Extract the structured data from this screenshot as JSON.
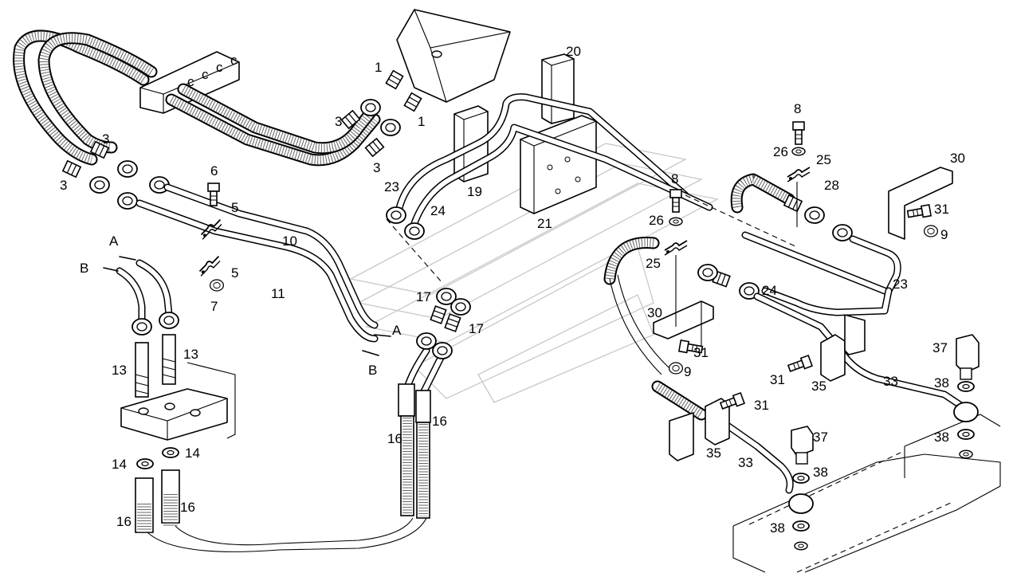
{
  "diagram": {
    "labels": [
      {
        "id": "l1a",
        "text": "1"
      },
      {
        "id": "l1b",
        "text": "1"
      },
      {
        "id": "l3a",
        "text": "3"
      },
      {
        "id": "l3b",
        "text": "3"
      },
      {
        "id": "l3c",
        "text": "3"
      },
      {
        "id": "l3d",
        "text": "3"
      },
      {
        "id": "l5a",
        "text": "5"
      },
      {
        "id": "l5b",
        "text": "5"
      },
      {
        "id": "l6",
        "text": "6"
      },
      {
        "id": "l7",
        "text": "7"
      },
      {
        "id": "l8a",
        "text": "8"
      },
      {
        "id": "l8b",
        "text": "8"
      },
      {
        "id": "l9a",
        "text": "9"
      },
      {
        "id": "l9b",
        "text": "9"
      },
      {
        "id": "l10",
        "text": "10"
      },
      {
        "id": "l11",
        "text": "11"
      },
      {
        "id": "l13a",
        "text": "13"
      },
      {
        "id": "l13b",
        "text": "13"
      },
      {
        "id": "l14a",
        "text": "14"
      },
      {
        "id": "l14b",
        "text": "14"
      },
      {
        "id": "l16a",
        "text": "16"
      },
      {
        "id": "l16b",
        "text": "16"
      },
      {
        "id": "l16c",
        "text": "16"
      },
      {
        "id": "l16d",
        "text": "16"
      },
      {
        "id": "l17a",
        "text": "17"
      },
      {
        "id": "l17b",
        "text": "17"
      },
      {
        "id": "l19",
        "text": "19"
      },
      {
        "id": "l20",
        "text": "20"
      },
      {
        "id": "l21",
        "text": "21"
      },
      {
        "id": "l23a",
        "text": "23"
      },
      {
        "id": "l23b",
        "text": "23"
      },
      {
        "id": "l24a",
        "text": "24"
      },
      {
        "id": "l24b",
        "text": "24"
      },
      {
        "id": "l25a",
        "text": "25"
      },
      {
        "id": "l25b",
        "text": "25"
      },
      {
        "id": "l26a",
        "text": "26"
      },
      {
        "id": "l26b",
        "text": "26"
      },
      {
        "id": "l28",
        "text": "28"
      },
      {
        "id": "l30a",
        "text": "30"
      },
      {
        "id": "l30b",
        "text": "30"
      },
      {
        "id": "l31a",
        "text": "31"
      },
      {
        "id": "l31b",
        "text": "31"
      },
      {
        "id": "l31c",
        "text": "31"
      },
      {
        "id": "l31d",
        "text": "31"
      },
      {
        "id": "l33a",
        "text": "33"
      },
      {
        "id": "l33b",
        "text": "33"
      },
      {
        "id": "l35a",
        "text": "35"
      },
      {
        "id": "l35b",
        "text": "35"
      },
      {
        "id": "l37a",
        "text": "37"
      },
      {
        "id": "l37b",
        "text": "37"
      },
      {
        "id": "l38a",
        "text": "38"
      },
      {
        "id": "l38b",
        "text": "38"
      },
      {
        "id": "l38c",
        "text": "38"
      },
      {
        "id": "l38d",
        "text": "38"
      }
    ],
    "markers": [
      {
        "id": "mA1",
        "text": "A"
      },
      {
        "id": "mB1",
        "text": "B"
      },
      {
        "id": "mA2",
        "text": "A"
      },
      {
        "id": "mB2",
        "text": "B"
      }
    ]
  }
}
